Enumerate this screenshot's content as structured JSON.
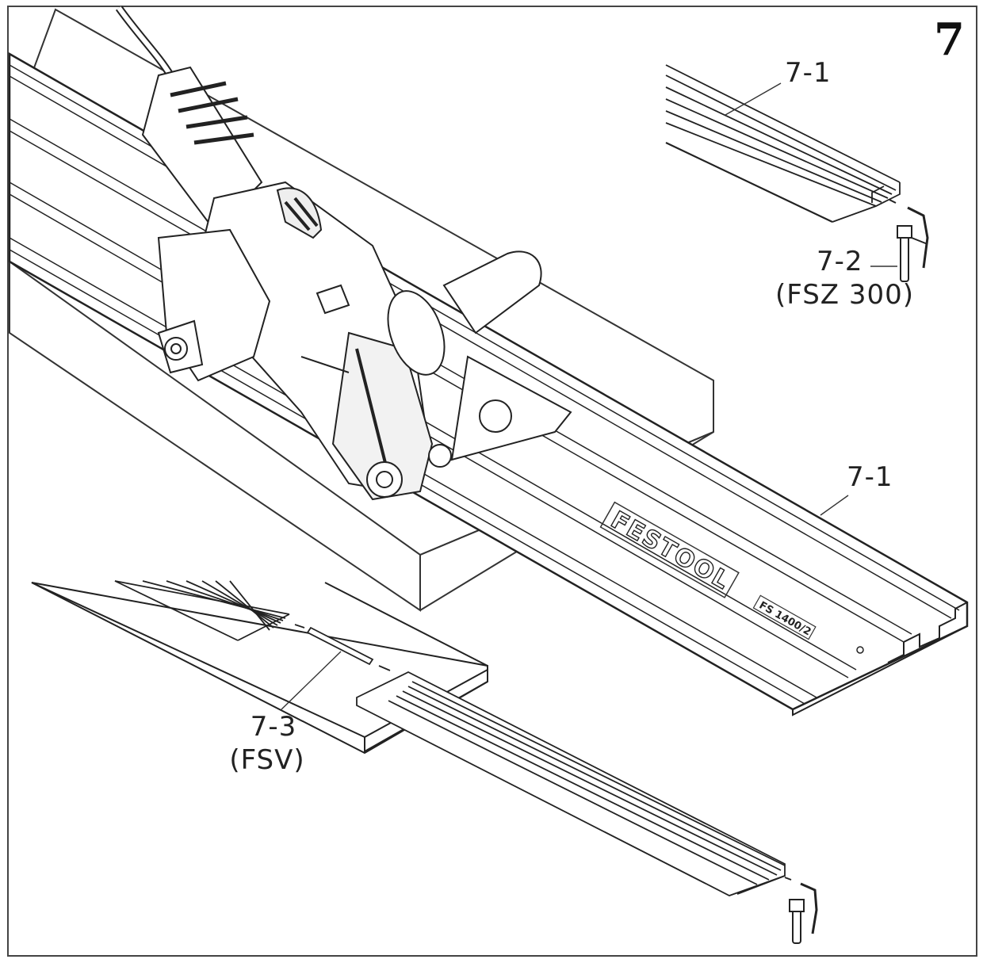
{
  "figure_number": "7",
  "labels": {
    "rail_top": "7-1",
    "clamp_code": "7-2",
    "clamp_name": "(FSZ 300)",
    "rail_main": "7-1",
    "connector_code": "7-3",
    "connector_name": "(FSV)"
  },
  "rail_brand": "FESTOOL",
  "rail_model": "FS 1400/2"
}
